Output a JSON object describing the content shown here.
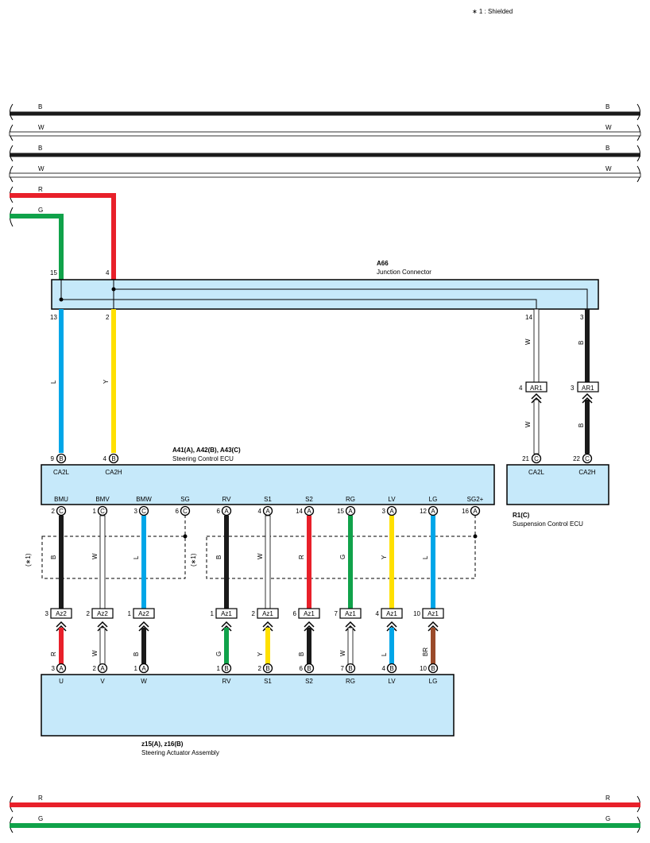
{
  "note": "∗ 1 : Shielded",
  "colors": {
    "B": "#1a1a1a",
    "W": "#ffffff",
    "R": "#e8202a",
    "G": "#10a24a",
    "L": "#00a6e8",
    "Y": "#ffe000",
    "BR": "#9a4a2a",
    "ecu_fill": "#c6e9fa"
  },
  "bus_top": [
    {
      "label": "B",
      "color": "B"
    },
    {
      "label": "W",
      "color": "W"
    },
    {
      "label": "B",
      "color": "B"
    },
    {
      "label": "W",
      "color": "W"
    }
  ],
  "bus_rg": [
    {
      "label": "R",
      "color": "R"
    },
    {
      "label": "G",
      "color": "G"
    }
  ],
  "bus_bottom": [
    {
      "label": "R",
      "color": "R"
    },
    {
      "label": "G",
      "color": "G"
    }
  ],
  "junction": {
    "code": "A66",
    "name": "Junction Connector",
    "pins": {
      "in_g": "15",
      "in_r": "4",
      "out_l": "13",
      "out_y": "2",
      "out_w": "14",
      "out_b": "3"
    }
  },
  "wire_labels": {
    "l": "L",
    "y": "Y",
    "w": "W",
    "b": "B"
  },
  "ar1": {
    "label": "AR1",
    "pin_w": "4",
    "pin_b": "3"
  },
  "steering_ecu": {
    "code": "A41(A), A42(B), A43(C)",
    "name": "Steering Control ECU",
    "top_pins": [
      {
        "num": "9",
        "conn": "B",
        "label": "CA2L"
      },
      {
        "num": "4",
        "conn": "B",
        "label": "CA2H"
      }
    ],
    "bottom_pins": [
      {
        "num": "2",
        "conn": "C",
        "label": "BMU"
      },
      {
        "num": "1",
        "conn": "C",
        "label": "BMV"
      },
      {
        "num": "3",
        "conn": "C",
        "label": "BMW"
      },
      {
        "num": "6",
        "conn": "C",
        "label": "SG"
      },
      {
        "num": "6",
        "conn": "A",
        "label": "RV"
      },
      {
        "num": "4",
        "conn": "A",
        "label": "S1"
      },
      {
        "num": "14",
        "conn": "A",
        "label": "S2"
      },
      {
        "num": "15",
        "conn": "A",
        "label": "RG"
      },
      {
        "num": "3",
        "conn": "A",
        "label": "LV"
      },
      {
        "num": "12",
        "conn": "A",
        "label": "LG"
      },
      {
        "num": "16",
        "conn": "A",
        "label": "SG2+"
      }
    ]
  },
  "suspension_ecu": {
    "code": "R1(C)",
    "name": "Suspension Control ECU",
    "pins": [
      {
        "num": "21",
        "conn": "C",
        "label": "CA2L"
      },
      {
        "num": "22",
        "conn": "C",
        "label": "CA2H"
      }
    ]
  },
  "shield_label": "(∗1)",
  "mid_wires_upper": [
    {
      "label": "B",
      "color": "B"
    },
    {
      "label": "W",
      "color": "W"
    },
    {
      "label": "L",
      "color": "L"
    },
    {
      "label": "B",
      "color": "B"
    },
    {
      "label": "W",
      "color": "W"
    },
    {
      "label": "R",
      "color": "R"
    },
    {
      "label": "G",
      "color": "G"
    },
    {
      "label": "Y",
      "color": "Y"
    },
    {
      "label": "L",
      "color": "L"
    }
  ],
  "inline_connectors": [
    {
      "num": "3",
      "label": "Az2"
    },
    {
      "num": "2",
      "label": "Az2"
    },
    {
      "num": "1",
      "label": "Az2"
    },
    {
      "num": "1",
      "label": "Az1"
    },
    {
      "num": "2",
      "label": "Az1"
    },
    {
      "num": "6",
      "label": "Az1"
    },
    {
      "num": "7",
      "label": "Az1"
    },
    {
      "num": "4",
      "label": "Az1"
    },
    {
      "num": "10",
      "label": "Az1"
    }
  ],
  "mid_wires_lower": [
    {
      "label": "R",
      "color": "R"
    },
    {
      "label": "W",
      "color": "W"
    },
    {
      "label": "B",
      "color": "B"
    },
    {
      "label": "G",
      "color": "G"
    },
    {
      "label": "Y",
      "color": "Y"
    },
    {
      "label": "B",
      "color": "B"
    },
    {
      "label": "W",
      "color": "W"
    },
    {
      "label": "L",
      "color": "L"
    },
    {
      "label": "BR",
      "color": "BR"
    }
  ],
  "actuator": {
    "code": "z15(A), z16(B)",
    "name": "Steering Actuator Assembly",
    "pins": [
      {
        "num": "3",
        "conn": "A",
        "label": "U"
      },
      {
        "num": "2",
        "conn": "A",
        "label": "V"
      },
      {
        "num": "1",
        "conn": "A",
        "label": "W"
      },
      {
        "num": "1",
        "conn": "B",
        "label": "RV"
      },
      {
        "num": "2",
        "conn": "B",
        "label": "S1"
      },
      {
        "num": "6",
        "conn": "B",
        "label": "S2"
      },
      {
        "num": "7",
        "conn": "B",
        "label": "RG"
      },
      {
        "num": "4",
        "conn": "B",
        "label": "LV"
      },
      {
        "num": "10",
        "conn": "B",
        "label": "LG"
      }
    ]
  }
}
